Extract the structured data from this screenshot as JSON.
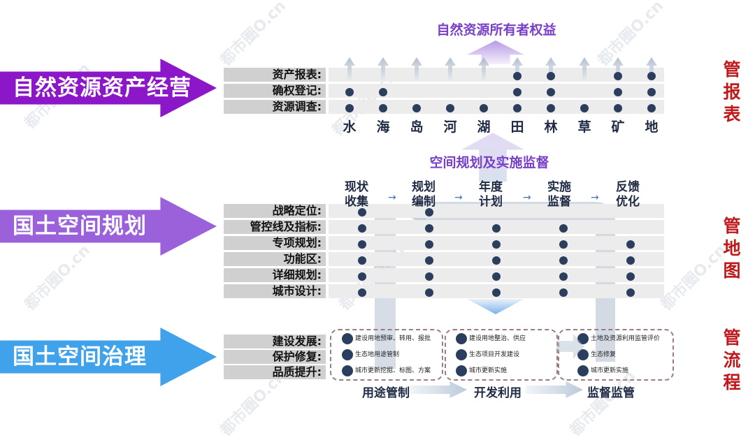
{
  "left_arrows": [
    {
      "label": "自然资源资产经营",
      "color": "#8b17c9"
    },
    {
      "label": "国土空间规划",
      "color": "#9a61db"
    },
    {
      "label": "国土空间治理",
      "color": "#3fa2ea"
    }
  ],
  "top_title": "自然资源所有者权益",
  "mid_title": "空间规划及实施监督",
  "section1": {
    "rows": [
      "资产报表:",
      "确权登记:",
      "资源调查:"
    ],
    "resources": [
      "水",
      "海",
      "岛",
      "河",
      "湖",
      "田",
      "林",
      "草",
      "矿",
      "地"
    ]
  },
  "section2": {
    "steps": [
      "现状\n收集",
      "规划\n编制",
      "年度\n计划",
      "实施\n监督",
      "反馈\n优化"
    ],
    "step_arrow": "→",
    "rows": [
      "战略定位:",
      "管控线及指标:",
      "专项规划:",
      "功能区:",
      "详细规划:",
      "城市设计:"
    ]
  },
  "section3": {
    "rows": [
      "建设发展:",
      "保护修复:",
      "品质提升:"
    ],
    "boxes": [
      {
        "items": [
          "建设用地预审、转用、报批",
          "生态地用途管制",
          "城市更新挖掘、标图、方案"
        ],
        "label": "用途管制"
      },
      {
        "items": [
          "建设用地整治、供应",
          "生态项目开发建设",
          "城市更新实施"
        ],
        "label": "开发利用"
      },
      {
        "items": [
          "土地及资源利用监管评价",
          "生态修复",
          "城市更新实施"
        ],
        "label": "监督监管"
      }
    ]
  },
  "side_labels": [
    "管\n报\n表",
    "管\n地\n图",
    "管\n流\n程"
  ],
  "watermark": "都市圈O.cn",
  "colors": {
    "dot": "#2c3e5d",
    "side": "#c0191c",
    "accent": "#7a3fc9"
  }
}
